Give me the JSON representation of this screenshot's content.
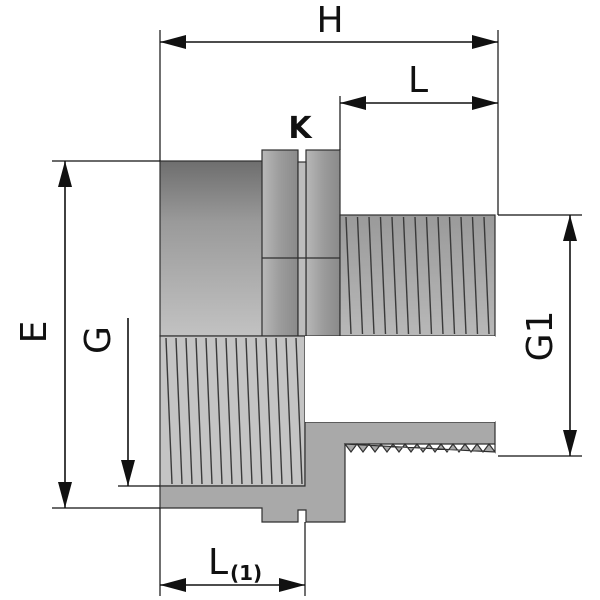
{
  "labels": {
    "H": "H",
    "L": "L",
    "K": "K",
    "E": "E",
    "G": "G",
    "G1": "G1",
    "L1_main": "L",
    "L1_sub": "(1)"
  },
  "colors": {
    "body_light": "#c8c8c8",
    "body_mid": "#a8a8a8",
    "body_dark": "#7c7c7c",
    "lines": "#111111"
  }
}
